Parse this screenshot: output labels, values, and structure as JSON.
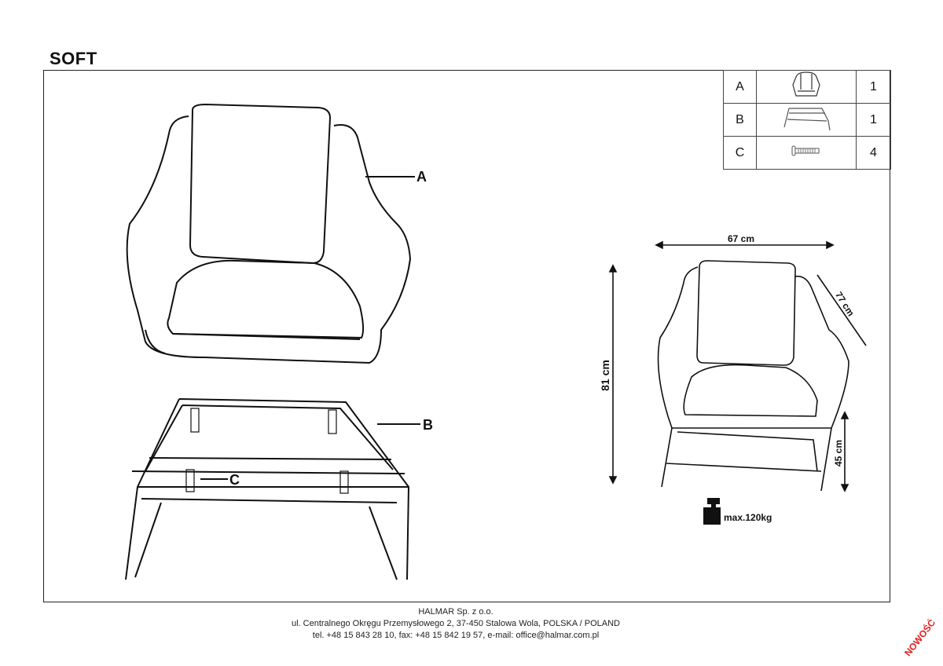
{
  "title": "SOFT",
  "parts": [
    {
      "letter": "A",
      "icon": "armchair-shell-icon",
      "qty": "1"
    },
    {
      "letter": "B",
      "icon": "metal-frame-icon",
      "qty": "1"
    },
    {
      "letter": "C",
      "icon": "screw-icon",
      "qty": "4"
    }
  ],
  "labels": {
    "a": "A",
    "b": "B",
    "c": "C"
  },
  "dimensions": {
    "width": "67 cm",
    "depth": "77 cm",
    "height": "81 cm",
    "seat_height": "45 cm",
    "max_load": "max.120kg"
  },
  "footer": {
    "company": "HALMAR Sp. z o.o.",
    "address": "ul. Centralnego Okręgu Przemysłowego 2, 37-450 Stalowa Wola, POLSKA / POLAND",
    "contact": "tel. +48 15 843 28 10, fax: +48 15 842 19 57, e-mail: office@halmar.com.pl"
  },
  "stamp": "NOWOŚĆ"
}
